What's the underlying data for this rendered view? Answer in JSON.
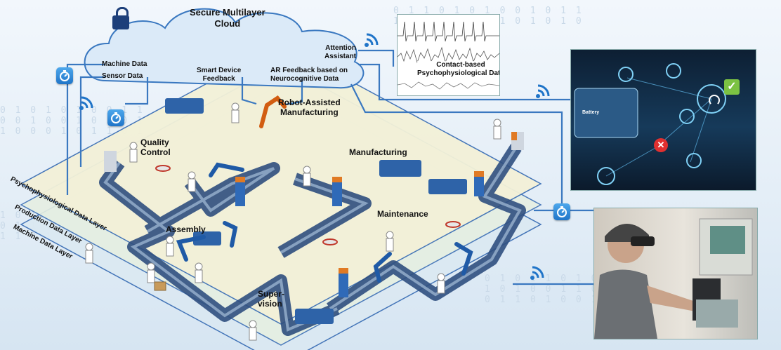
{
  "cloud": {
    "title": "Secure Multilayer\nCloud",
    "machine_data": "Machine Data",
    "sensor_data": "Sensor Data",
    "smart_device_feedback": "Smart Device\nFeedback",
    "ar_feedback": "AR Feedback based on\nNeurocognitive Data",
    "attention_assistant": "Attention\nAssistant"
  },
  "chart_panel": {
    "caption": "Contact-based\nPsychophysiological Data"
  },
  "car_panel": {
    "battery_label": "Battery"
  },
  "layers": {
    "psycho": "Psychophysiological Data Layer",
    "production": "Production Data Layer",
    "machine": "Machine Data Layer"
  },
  "zones": {
    "robot": "Robot-Assisted\nManufacturing",
    "quality": "Quality\nControl",
    "manufacturing": "Manufacturing",
    "maintenance": "Maintenance",
    "assembly": "Assembly",
    "supervision": "Super-\nvision"
  },
  "icons": [
    "lock-icon",
    "stopwatch-icon",
    "wifi-icon",
    "check-icon",
    "close-icon",
    "wifi-signal-icon"
  ],
  "colors": {
    "accent": "#1f74c8",
    "conveyor": "#3a5a8a",
    "platform": "#f2f0d6"
  }
}
